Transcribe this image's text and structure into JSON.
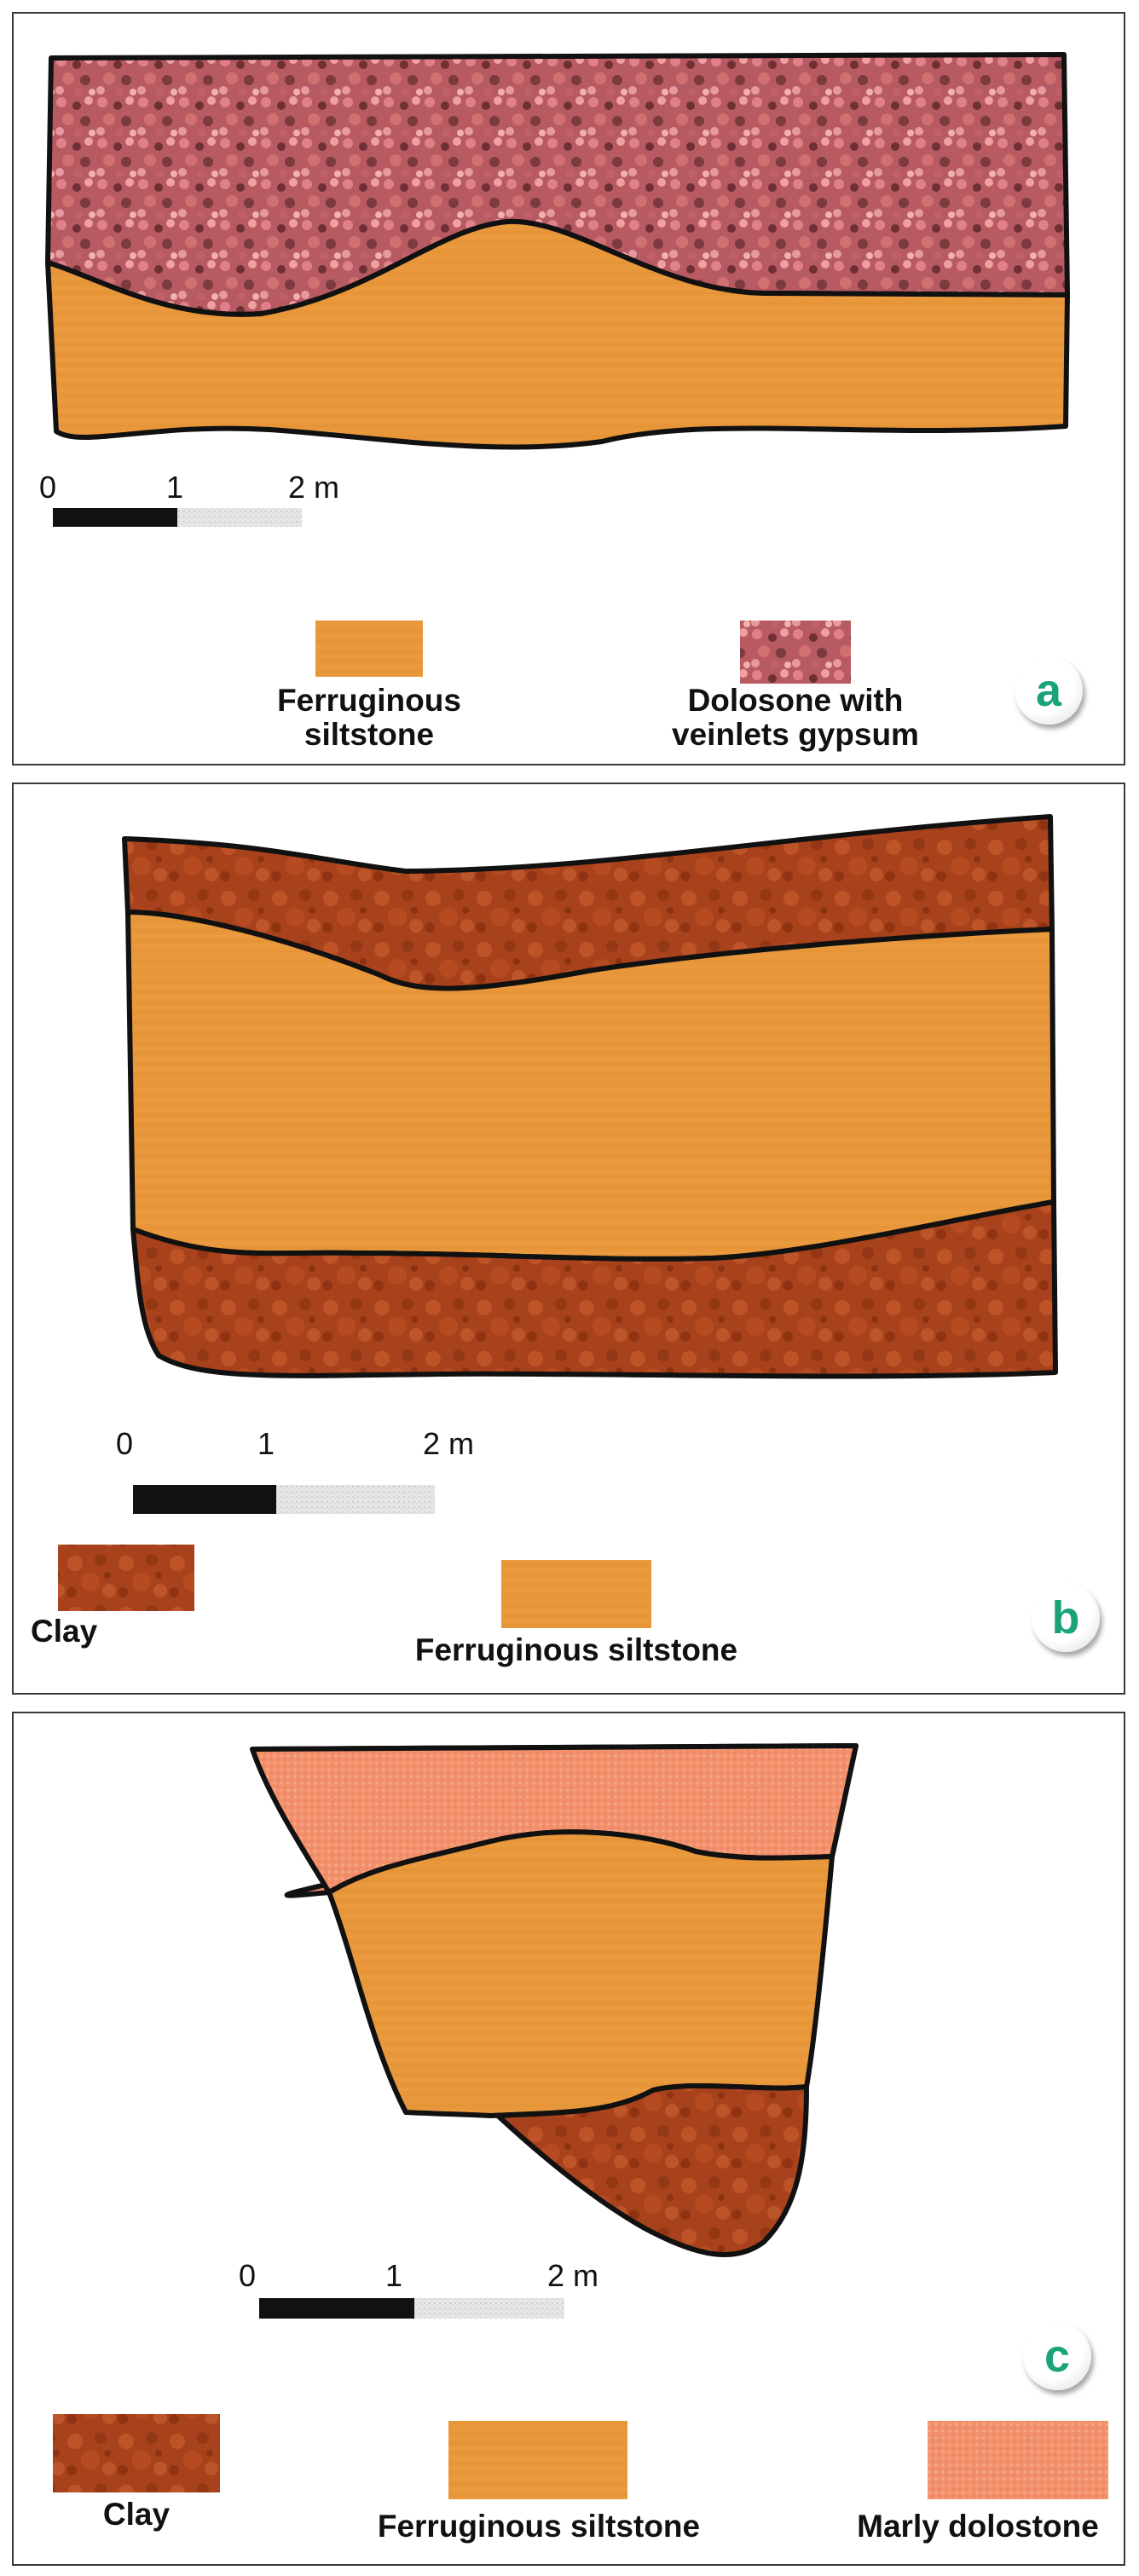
{
  "panels": {
    "a": {
      "badge": "a",
      "scale": {
        "zero": "0",
        "one": "1",
        "two": "2 m"
      },
      "legend": [
        {
          "key": "ferruginous",
          "line1": "Ferruginous",
          "line2": "siltstone"
        },
        {
          "key": "dolosone",
          "line1": "Dolosone with",
          "line2": "veinlets gypsum"
        }
      ]
    },
    "b": {
      "badge": "b",
      "scale": {
        "zero": "0",
        "one": "1",
        "two": "2 m"
      },
      "legend": [
        {
          "key": "clay",
          "label": "Clay"
        },
        {
          "key": "ferruginous",
          "label": "Ferruginous siltstone"
        }
      ]
    },
    "c": {
      "badge": "c",
      "scale": {
        "zero": "0",
        "one": "1",
        "two": "2 m"
      },
      "legend": [
        {
          "key": "clay",
          "label": "Clay"
        },
        {
          "key": "ferruginous",
          "label": "Ferruginous siltstone"
        },
        {
          "key": "marly",
          "label": "Marly dolostone"
        }
      ]
    }
  },
  "colors": {
    "ferruginous": "#e8973a",
    "clay": "#a8421c",
    "dolosone": "#c96a70",
    "marly": "#f3916c",
    "badge_text": "#1aa37a"
  }
}
